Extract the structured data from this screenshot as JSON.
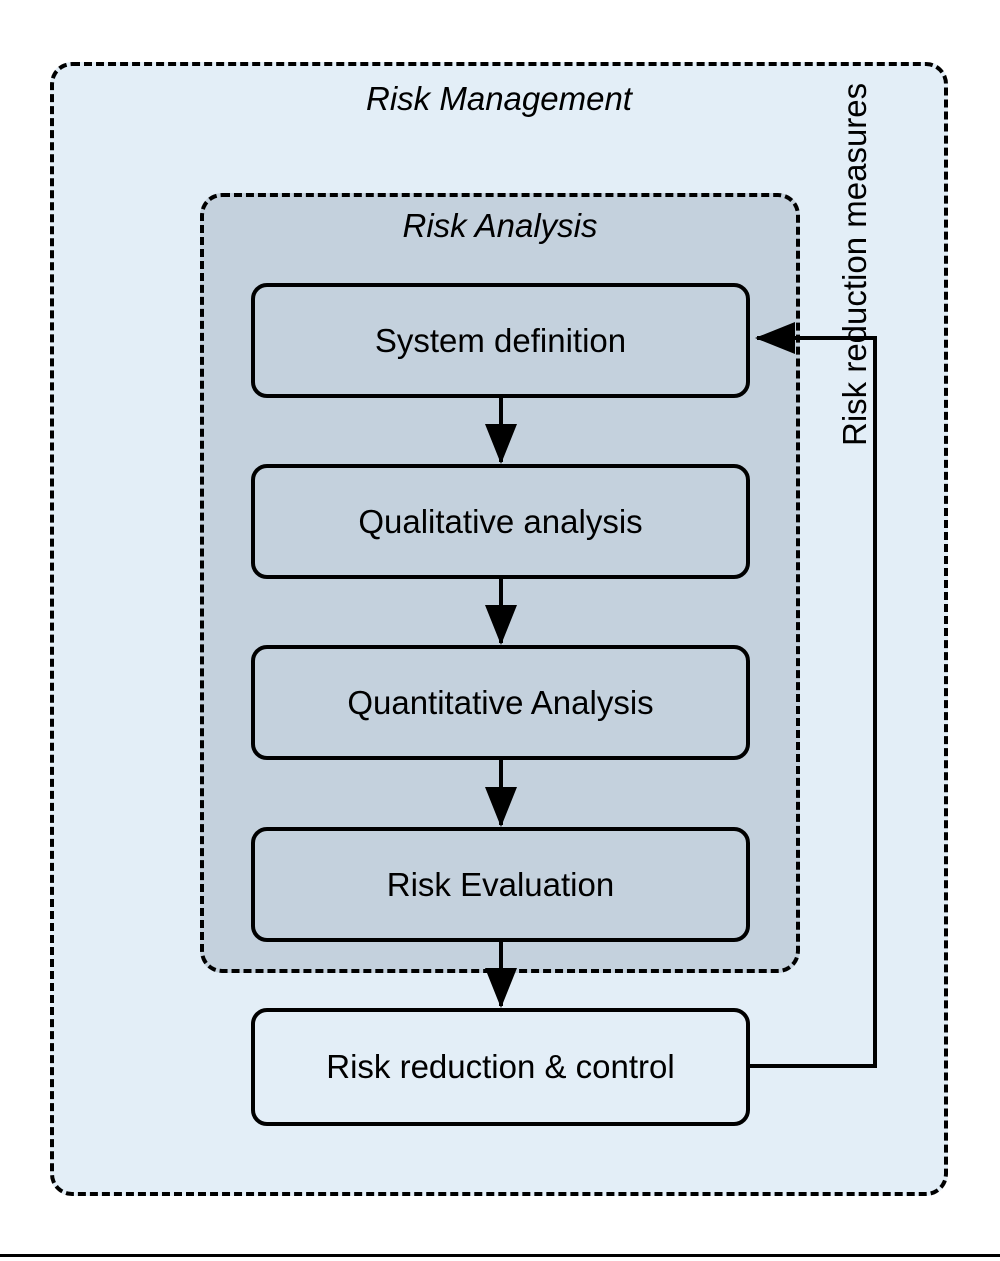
{
  "diagram": {
    "title": "Risk Management",
    "outer_container": {
      "label": "Risk Management",
      "fill_color": "#e3eef7",
      "border_style": "dashed",
      "border_color": "#000000"
    },
    "inner_container": {
      "label": "Risk Analysis",
      "fill_color": "#c4d1dd",
      "border_style": "dashed",
      "border_color": "#000000"
    },
    "nodes": [
      {
        "id": "system-definition",
        "label": "System definition",
        "fill_color": "#c4d1dd"
      },
      {
        "id": "qualitative-analysis",
        "label": "Qualitative analysis",
        "fill_color": "#c4d1dd"
      },
      {
        "id": "quantitative-analysis",
        "label": "Quantitative Analysis",
        "fill_color": "#c4d1dd"
      },
      {
        "id": "risk-evaluation",
        "label": "Risk Evaluation",
        "fill_color": "#c4d1dd"
      },
      {
        "id": "risk-reduction-control",
        "label": "Risk reduction & control",
        "fill_color": "#e3eef7"
      }
    ],
    "edges": [
      {
        "from": "system-definition",
        "to": "qualitative-analysis",
        "label": ""
      },
      {
        "from": "qualitative-analysis",
        "to": "quantitative-analysis",
        "label": ""
      },
      {
        "from": "quantitative-analysis",
        "to": "risk-evaluation",
        "label": ""
      },
      {
        "from": "risk-evaluation",
        "to": "risk-reduction-control",
        "label": ""
      },
      {
        "from": "risk-reduction-control",
        "to": "system-definition",
        "label": "Risk reduction measures"
      }
    ],
    "feedback_label": "Risk reduction measures"
  }
}
